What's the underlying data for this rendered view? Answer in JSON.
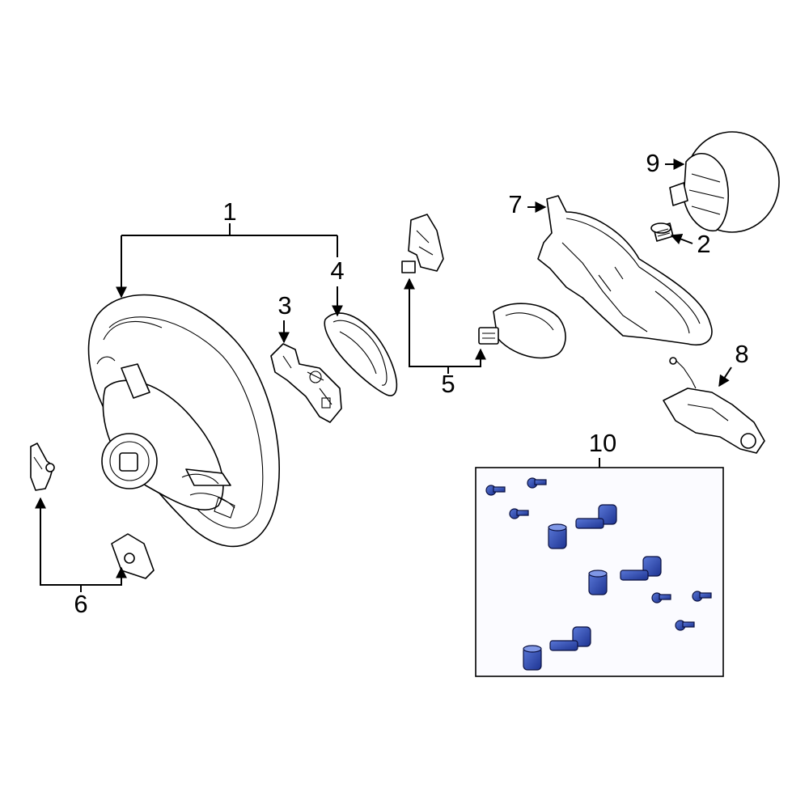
{
  "callouts": [
    "1",
    "2",
    "3",
    "4",
    "5",
    "6",
    "7",
    "8",
    "9",
    "10"
  ],
  "colors": {
    "line": "#000000",
    "highlight_fill": "#2f4db0",
    "highlight_dark": "#16256e",
    "kit_box_fill": "#fbfbff"
  }
}
